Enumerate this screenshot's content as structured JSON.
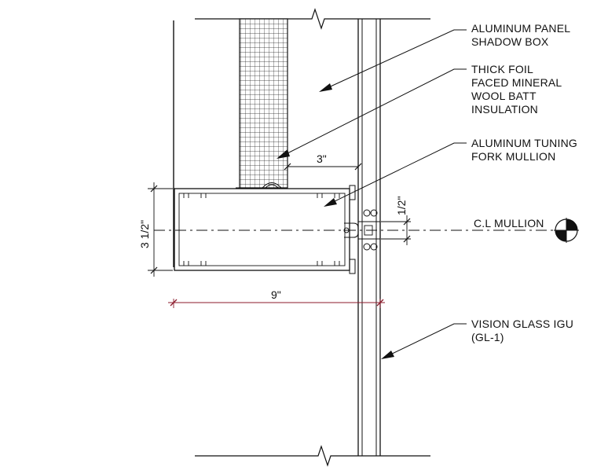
{
  "callouts": {
    "shadow_box": [
      "ALUMINUM PANEL",
      "SHADOW BOX"
    ],
    "insulation": [
      "THICK FOIL",
      "FACED MINERAL",
      "WOOL BATT",
      "INSULATION"
    ],
    "mullion": [
      "ALUMINUM TUNING",
      "FORK MULLION"
    ],
    "glass": [
      "VISION GLASS IGU",
      "(GL-1)"
    ]
  },
  "dimensions": {
    "gap": "3\"",
    "depth": "3 1/2\"",
    "half_inch": "1/2\"",
    "width": "9\""
  },
  "centerline": {
    "label": "C.L MULLION"
  },
  "colors": {
    "ink": "#111111",
    "dim_accent": "#8b1a2b"
  }
}
